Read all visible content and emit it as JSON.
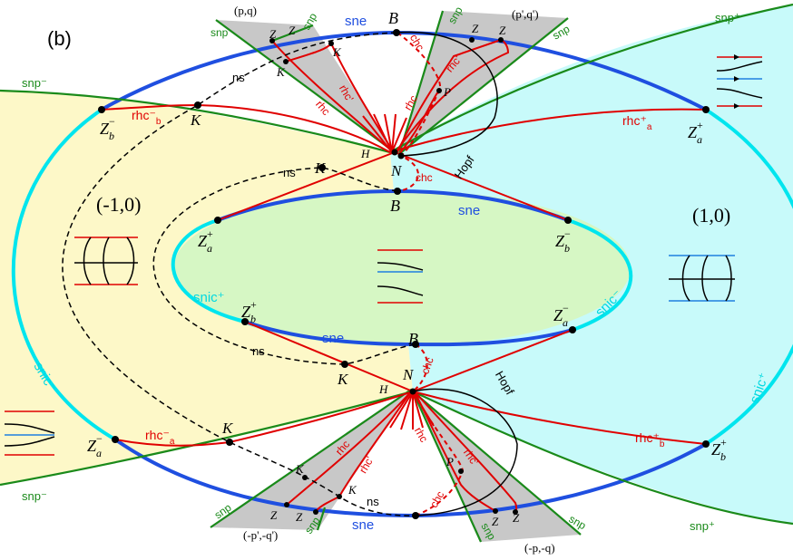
{
  "panel_label": "(b)",
  "regions": {
    "left": "(-1,0)",
    "right": "(1,0)",
    "top_left_wedge": "(p,q)",
    "top_right_wedge": "(p',q')",
    "bottom_left_wedge": "(-p',-q')",
    "bottom_right_wedge": "(-p,-q)"
  },
  "curves": {
    "sne": "sne",
    "snp": "snp",
    "snp_minus": "snp⁻",
    "snp_plus": "snp⁺",
    "snic_plus": "snic⁺",
    "snic_minus": "snic⁻",
    "hopf": "Hopf",
    "ns": "ns",
    "rhc": "rhc",
    "rhc_prime": "rhc'",
    "chc": "chc",
    "rhc_a_plus": "rhc⁺",
    "rhc_b_minus": "rhc⁻",
    "rhc_a_minus": "rhc⁻",
    "rhc_b_plus": "rhc⁺",
    "sub_a": "a",
    "sub_b": "b"
  },
  "points": {
    "B": "B",
    "K": "K",
    "N": "N",
    "H": "H",
    "P": "P",
    "Z": "Z",
    "Z_main": "Z",
    "sub_a": "a",
    "sub_b": "b",
    "sup_plus": "+",
    "sup_minus": "−"
  },
  "colors": {
    "sne": "#1f4fe0",
    "snic": "#00e5ee",
    "snp": "#1a8a1a",
    "rhc": "#e00000",
    "black": "#000000",
    "yellow_region": "#fdf8c8",
    "cyan_region": "#c8fafa",
    "green_region": "#d6f7c4",
    "gray_wedge": "#c8c8c8"
  }
}
